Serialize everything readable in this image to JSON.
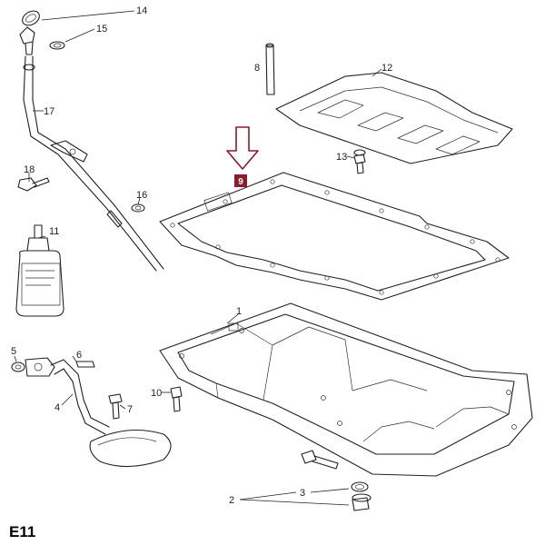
{
  "figure_code": "E11",
  "highlight_color": "#8b1a2b",
  "parts": {
    "p1": "1",
    "p2": "2",
    "p3": "3",
    "p4": "4",
    "p5": "5",
    "p6": "6",
    "p7": "7",
    "p8": "8",
    "p9": "9",
    "p10": "10",
    "p11": "11",
    "p12": "12",
    "p13": "13",
    "p14": "14",
    "p15": "15",
    "p16": "16",
    "p17": "17",
    "p18": "18"
  }
}
